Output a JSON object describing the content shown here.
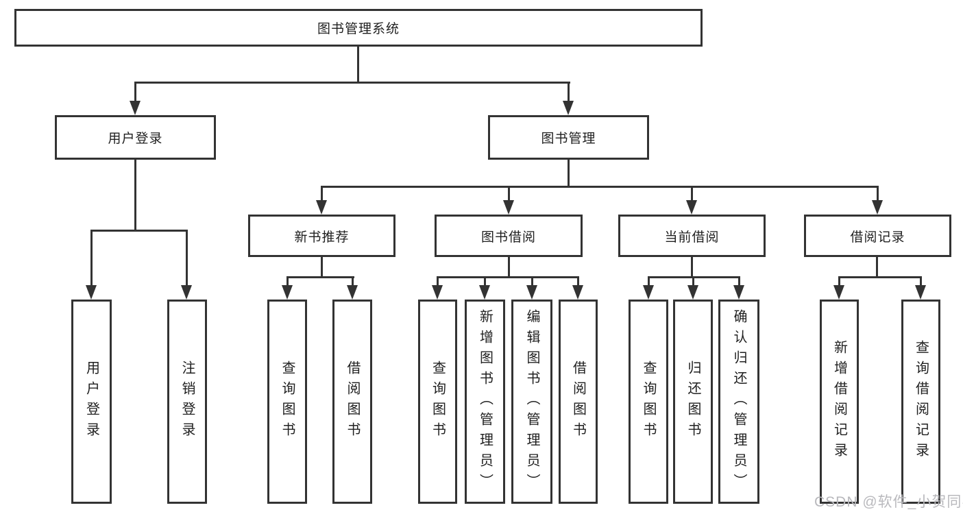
{
  "tree": {
    "root": "图书管理系统",
    "children": [
      {
        "label": "用户登录",
        "children": [
          {
            "label": "用户登录"
          },
          {
            "label": "注销登录"
          }
        ]
      },
      {
        "label": "图书管理",
        "children": [
          {
            "label": "新书推荐",
            "children": [
              {
                "label": "查询图书"
              },
              {
                "label": "借阅图书"
              }
            ]
          },
          {
            "label": "图书借阅",
            "children": [
              {
                "label": "查询图书"
              },
              {
                "label": "新增图书（管理员）"
              },
              {
                "label": "编辑图书（管理员）"
              },
              {
                "label": "借阅图书"
              }
            ]
          },
          {
            "label": "当前借阅",
            "children": [
              {
                "label": "查询图书"
              },
              {
                "label": "归还图书"
              },
              {
                "label": "确认归还（管理员）"
              }
            ]
          },
          {
            "label": "借阅记录",
            "children": [
              {
                "label": "新增借阅记录"
              },
              {
                "label": "查询借阅记录"
              }
            ]
          }
        ]
      }
    ]
  },
  "watermark": {
    "text": "CSDN @软件_小贺同学"
  },
  "colors": {
    "line": "#333333",
    "box_border": "#333333",
    "box_fill": "#ffffff",
    "text": "#1f1f1f",
    "watermark": "#b9b9bd"
  }
}
